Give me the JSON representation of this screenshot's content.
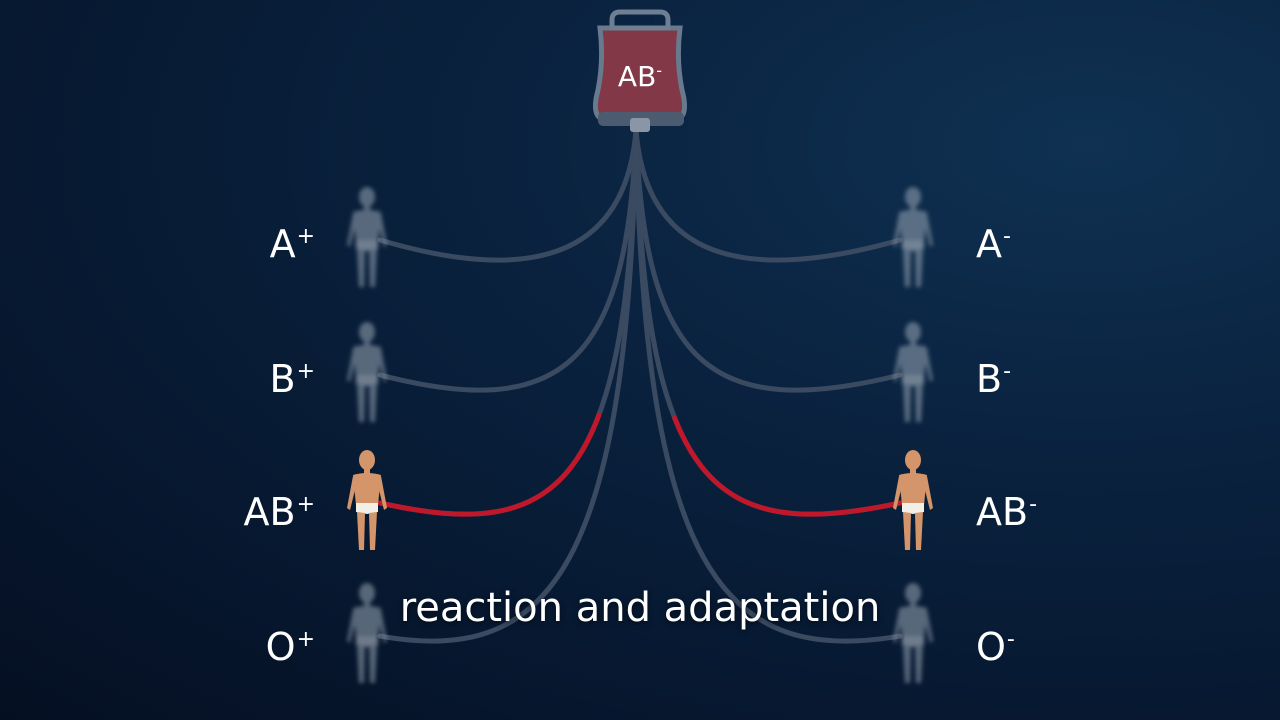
{
  "bag": {
    "base": "AB",
    "sign": "-"
  },
  "recipients": {
    "left": [
      {
        "base": "A",
        "sign": "+",
        "compatible": false
      },
      {
        "base": "B",
        "sign": "+",
        "compatible": false
      },
      {
        "base": "AB",
        "sign": "+",
        "compatible": true
      },
      {
        "base": "O",
        "sign": "+",
        "compatible": false
      }
    ],
    "right": [
      {
        "base": "A",
        "sign": "-",
        "compatible": false
      },
      {
        "base": "B",
        "sign": "-",
        "compatible": false
      },
      {
        "base": "AB",
        "sign": "-",
        "compatible": true
      },
      {
        "base": "O",
        "sign": "-",
        "compatible": false
      }
    ]
  },
  "caption": "reaction and adaptation",
  "colors": {
    "tube": "#3a4a60",
    "blood": "#c0182a",
    "bag_fill": "#8a3a48",
    "bag_outline": "#6e7f93",
    "skin": "#d4956a",
    "ghost": "#9aa7b5"
  }
}
